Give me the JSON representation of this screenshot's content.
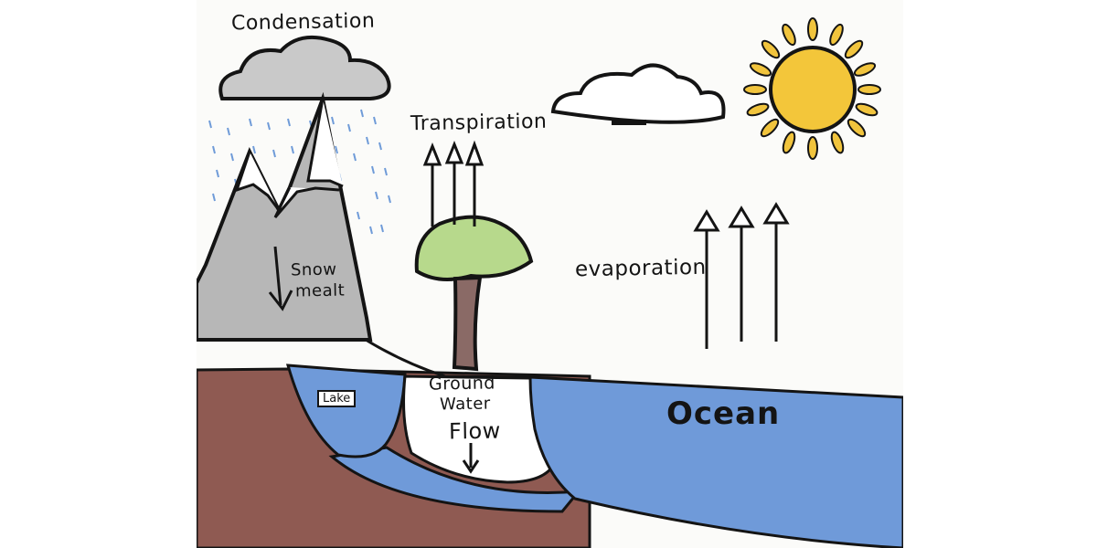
{
  "labels": {
    "condensation": "Condensation",
    "transpiration": "Transpiration",
    "evaporation": "evaporation",
    "snow_melt_line1": "Snow",
    "snow_melt_line2": "mealt",
    "lake": "Lake",
    "ground_water_line1": "Ground",
    "ground_water_line2": "Water",
    "ground_water_line3": "Flow",
    "ocean": "Ocean"
  },
  "icons": [
    "cloud",
    "rain",
    "mountain",
    "tree",
    "sun",
    "up-arrow",
    "down-arrow",
    "lake",
    "ocean"
  ],
  "colors": {
    "outline": "#141414",
    "rain_cloud": "#c9c9c9",
    "mountain": "#b7b7b7",
    "snow": "#ffffff",
    "rain": "#6f9bd8",
    "tree_canopy": "#b7d98c",
    "tree_trunk": "#8a6a66",
    "sun_body": "#f3c63a",
    "sun_ray": "#f1c43d",
    "water": "#6f9ad9",
    "soil": "#8f5a52"
  }
}
